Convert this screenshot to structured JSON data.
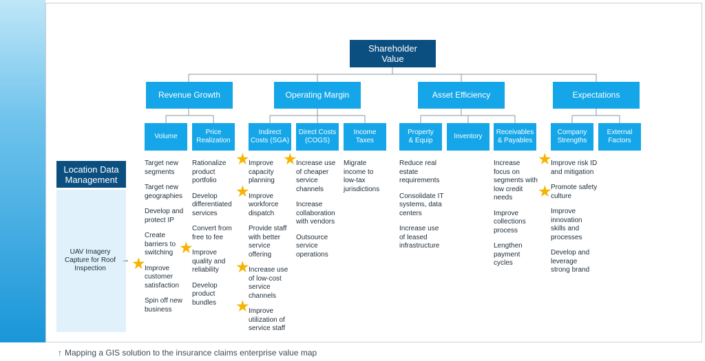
{
  "root": "Shareholder\nValue",
  "level1": [
    "Revenue Growth",
    "Operating Margin",
    "Asset Efficiency",
    "Expectations"
  ],
  "level2": [
    "Volume",
    "Price\nRealization",
    "Indirect\nCosts (SGA)",
    "Direct Costs\n(COGS)",
    "Income\nTaxes",
    "Property\n& Equip",
    "Inventory",
    "Receivables\n& Payables",
    "Company\nStrengths",
    "External\nFactors"
  ],
  "columns": [
    [
      "Target new segments",
      "Target new geographies",
      "Develop and protect IP",
      "Create barriers to switching",
      "Improve customer satisfaction",
      "Spin off new business"
    ],
    [
      "Rationalize product portfolio",
      "Develop differentiated services",
      "Convert from free to fee",
      "Improve quality and reliability",
      "Develop product bundles"
    ],
    [
      "Improve capacity planning",
      "Improve workforce dispatch",
      "Provide staff with better service offering",
      "Increase use of low-cost service channels",
      "Improve utilization of service staff"
    ],
    [
      "Increase use of cheaper service channels",
      "Increase collaboration with vendors",
      "Outsource service operations"
    ],
    [
      "Migrate income to low-tax jurisdictions"
    ],
    [
      "Reduce real estate requirements",
      "Consolidate IT systems, data centers",
      "Increase use of leased infrastructure"
    ],
    [
      "Increase focus on segments with low credit needs",
      "Improve collections process",
      "Lengthen payment cycles"
    ],
    [
      "Improve risk ID and mitigation",
      "Promote safety culture",
      "Improve innovation skills and processes",
      "Develop and leverage strong brand"
    ]
  ],
  "location_data": {
    "title": "Location Data\nManagement",
    "item": "UAV Imagery\nCapture for Roof\nInspection",
    "arrow": "→"
  },
  "caption": {
    "arrow": "↑",
    "text": "Mapping a GIS solution to the insurance claims enterprise value map"
  },
  "colors": {
    "dark_blue": "#0b4f80",
    "light_blue": "#14a6e8",
    "star": "#f5b400",
    "panel": "#e1f1fb"
  }
}
